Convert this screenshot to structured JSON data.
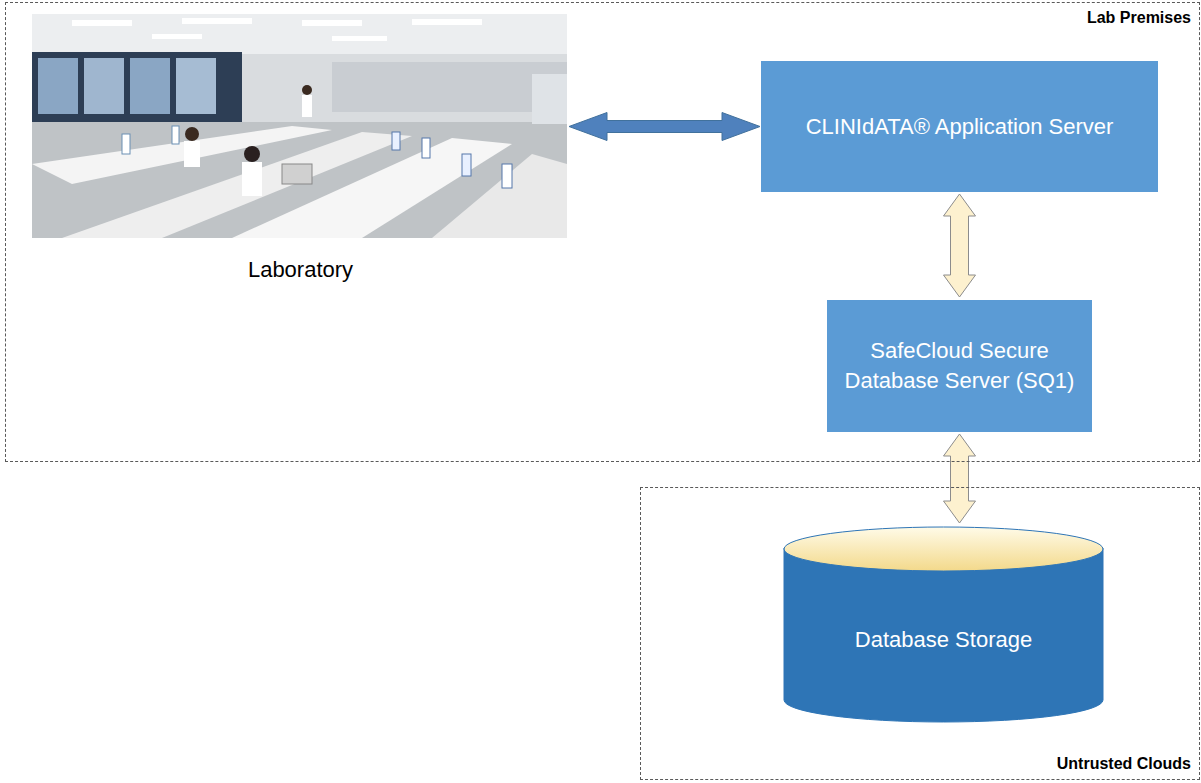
{
  "diagram": {
    "nodes": [
      {
        "text": [
          "Lab Premises"
        ]
      },
      {
        "text": [
          "Laboratory"
        ],
        "in": 0
      },
      {
        "text": [
          "CLINIdATA® Application Server"
        ],
        "in": 0
      },
      {
        "text": [
          "SafeCloud Secure Database Server (SQ1)"
        ],
        "in": 0
      },
      {
        "text": [
          "Untrusted Clouds"
        ]
      },
      {
        "text": [
          "Database Storage"
        ],
        "in": 4
      }
    ],
    "edges": [
      {
        "from": 1,
        "to": 2,
        "arrow": "both"
      },
      {
        "from": 2,
        "to": 3,
        "arrow": "both"
      },
      {
        "from": 3,
        "to": 5,
        "arrow": "both"
      }
    ]
  }
}
